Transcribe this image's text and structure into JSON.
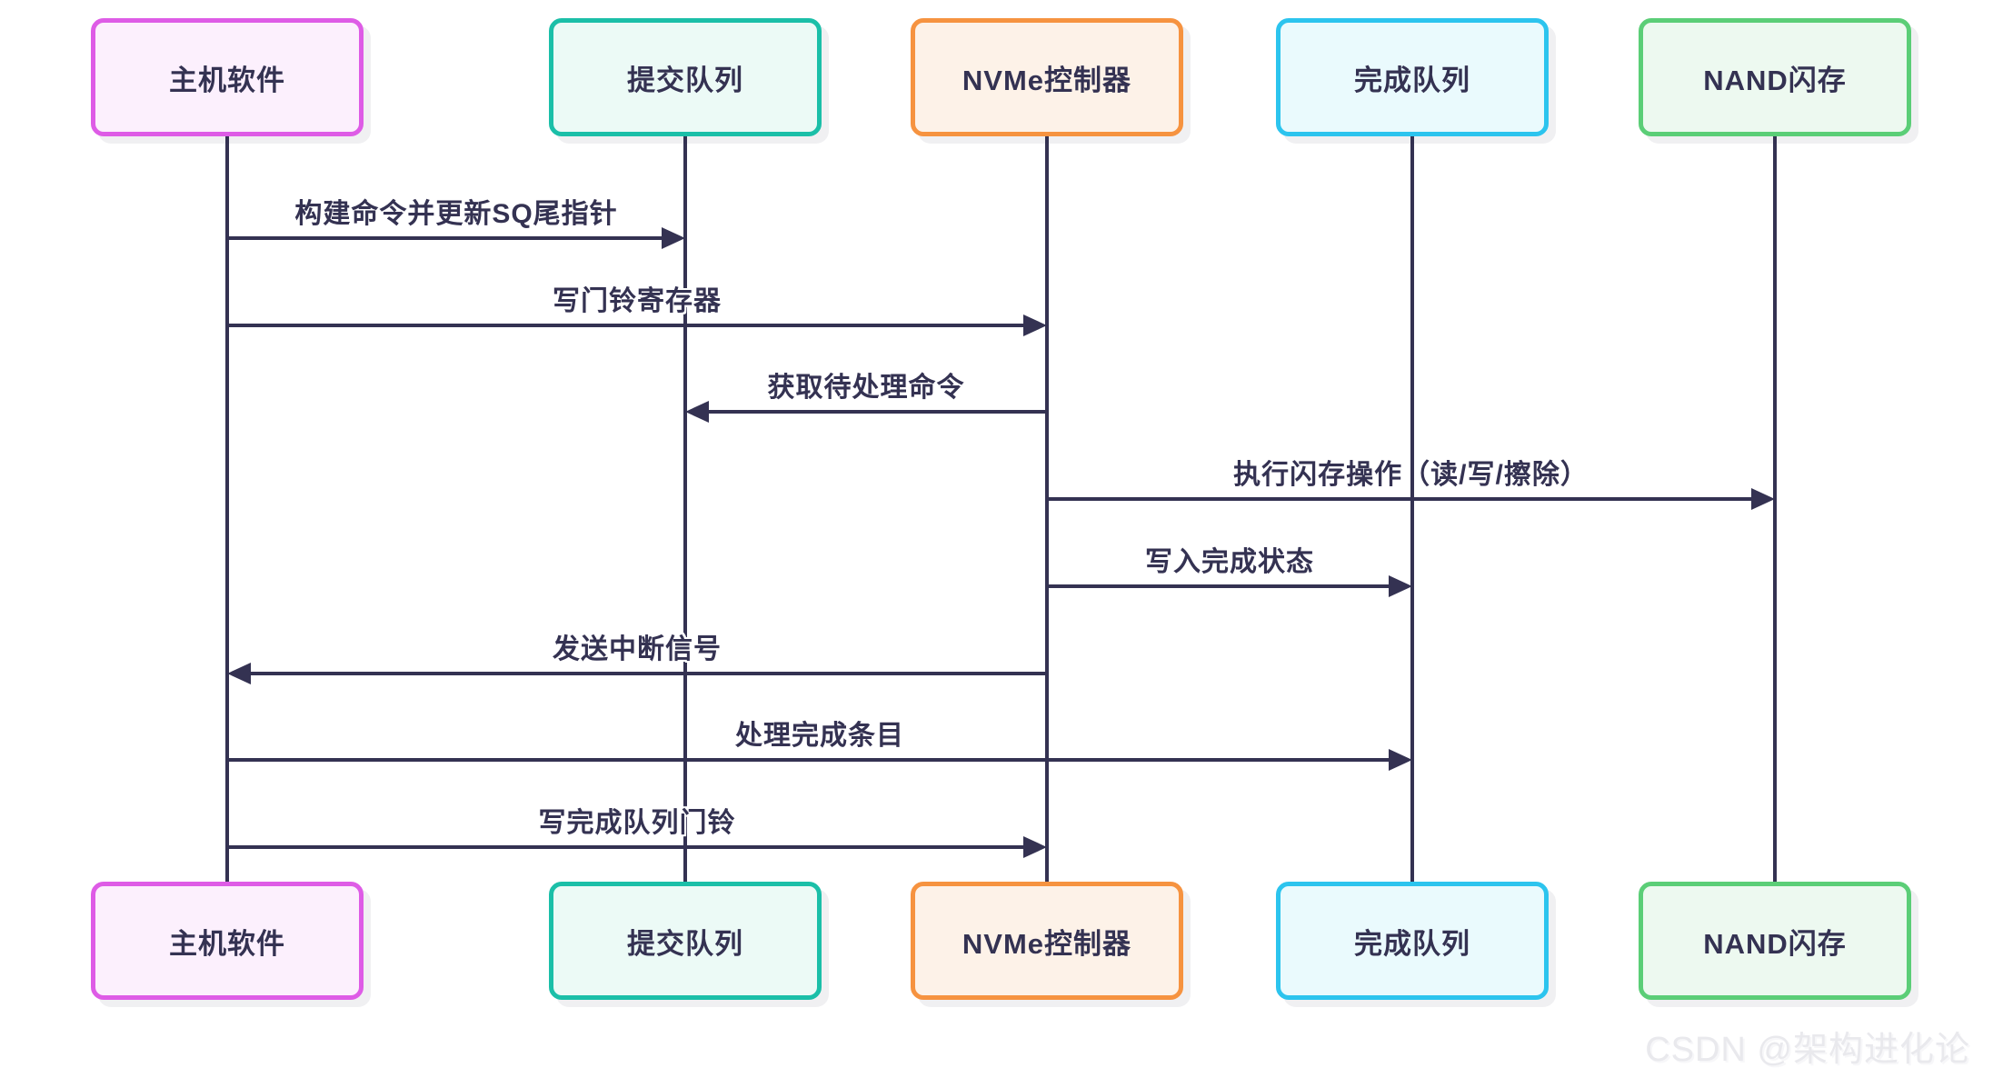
{
  "diagram": {
    "actors": [
      {
        "id": "host",
        "label": "主机软件",
        "border_color": "#de5ce6",
        "fill_color": "#fcf0fd"
      },
      {
        "id": "sq",
        "label": "提交队列",
        "border_color": "#1bbfa8",
        "fill_color": "#ecfaf6"
      },
      {
        "id": "nvme",
        "label": "NVMe控制器",
        "border_color": "#f69340",
        "fill_color": "#fdf2e8"
      },
      {
        "id": "cq",
        "label": "完成队列",
        "border_color": "#2cc4ee",
        "fill_color": "#eafafd"
      },
      {
        "id": "nand",
        "label": "NAND闪存",
        "border_color": "#5bce77",
        "fill_color": "#edf9f0"
      }
    ],
    "messages": [
      {
        "text": "构建命令并更新SQ尾指针",
        "from": "host",
        "to": "sq"
      },
      {
        "text": "写门铃寄存器",
        "from": "host",
        "to": "nvme"
      },
      {
        "text": "获取待处理命令",
        "from": "nvme",
        "to": "sq"
      },
      {
        "text": "执行闪存操作（读/写/擦除）",
        "from": "nvme",
        "to": "nand"
      },
      {
        "text": "写入完成状态",
        "from": "nvme",
        "to": "cq"
      },
      {
        "text": "发送中断信号",
        "from": "nvme",
        "to": "host"
      },
      {
        "text": "处理完成条目",
        "from": "host",
        "to": "cq"
      },
      {
        "text": "写完成队列门铃",
        "from": "host",
        "to": "nvme"
      }
    ],
    "line_color": "#343252",
    "text_color": "#343252"
  },
  "watermark": {
    "text": "CSDN @架构进化论"
  }
}
